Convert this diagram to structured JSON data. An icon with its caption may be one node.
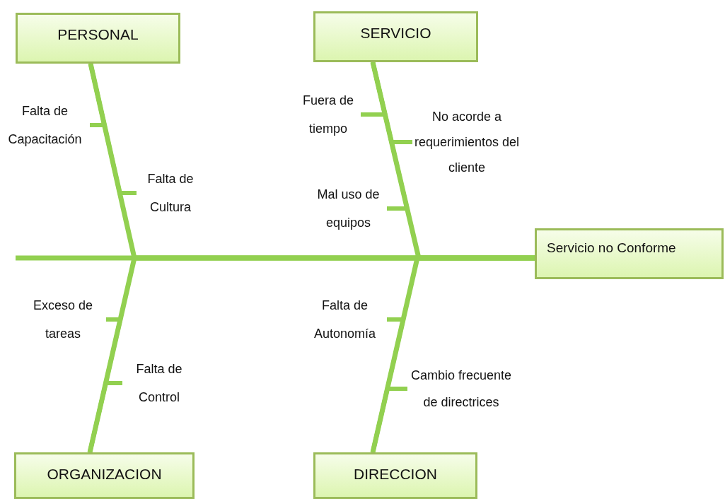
{
  "diagram": {
    "nodes": [
      {
        "text": [
          "PERSONAL"
        ]
      },
      {
        "text": [
          "SERVICIO"
        ]
      },
      {
        "text": [
          "ORGANIZACION"
        ]
      },
      {
        "text": [
          "DIRECCION"
        ]
      },
      {
        "text": [
          "Servicio no Conforme"
        ]
      },
      {
        "text": [
          "Falta de Capacitación"
        ]
      },
      {
        "text": [
          "Falta de Cultura"
        ]
      },
      {
        "text": [
          "Fuera de tiempo"
        ]
      },
      {
        "text": [
          "No acorde a requerimientos del cliente"
        ]
      },
      {
        "text": [
          "Mal uso de equipos"
        ]
      },
      {
        "text": [
          "Exceso de tareas"
        ]
      },
      {
        "text": [
          "Falta de Control"
        ]
      },
      {
        "text": [
          "Falta de Autonomía"
        ]
      },
      {
        "text": [
          "Cambio frecuente de directrices"
        ]
      }
    ],
    "edges": [
      {
        "from": null,
        "to": 4,
        "arrow": "none"
      },
      {
        "from": 0,
        "to": 4,
        "arrow": "none"
      },
      {
        "from": 1,
        "to": 4,
        "arrow": "none"
      },
      {
        "from": 2,
        "to": 4,
        "arrow": "none"
      },
      {
        "from": 3,
        "to": 4,
        "arrow": "none"
      },
      {
        "from": 5,
        "to": 0,
        "arrow": "none"
      },
      {
        "from": 6,
        "to": 0,
        "arrow": "none"
      },
      {
        "from": 7,
        "to": 1,
        "arrow": "none"
      },
      {
        "from": 8,
        "to": 1,
        "arrow": "none"
      },
      {
        "from": 9,
        "to": 1,
        "arrow": "none"
      },
      {
        "from": 10,
        "to": 2,
        "arrow": "none"
      },
      {
        "from": 11,
        "to": 2,
        "arrow": "none"
      },
      {
        "from": 12,
        "to": 3,
        "arrow": "none"
      },
      {
        "from": 13,
        "to": 3,
        "arrow": "none"
      }
    ]
  }
}
